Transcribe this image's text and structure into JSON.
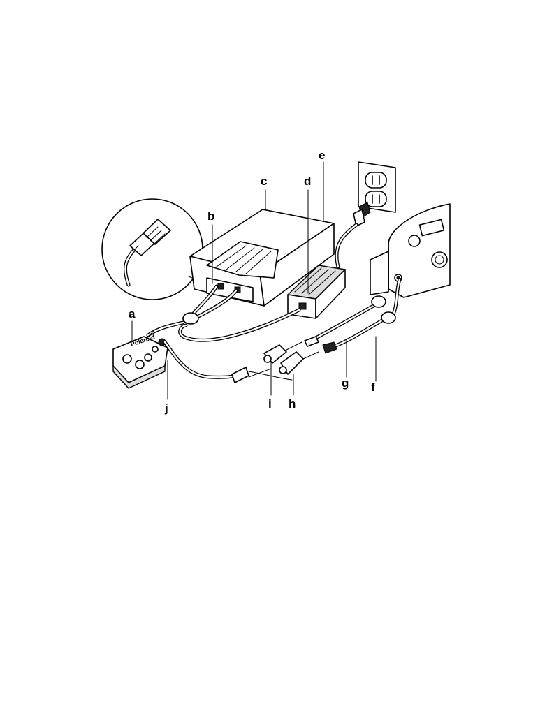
{
  "callouts": {
    "a": "a",
    "b": "b",
    "c": "c",
    "d": "d",
    "e": "e",
    "f": "f",
    "g": "g",
    "h": "h",
    "i": "i",
    "j": "j"
  },
  "brand_text": "Polaroid"
}
